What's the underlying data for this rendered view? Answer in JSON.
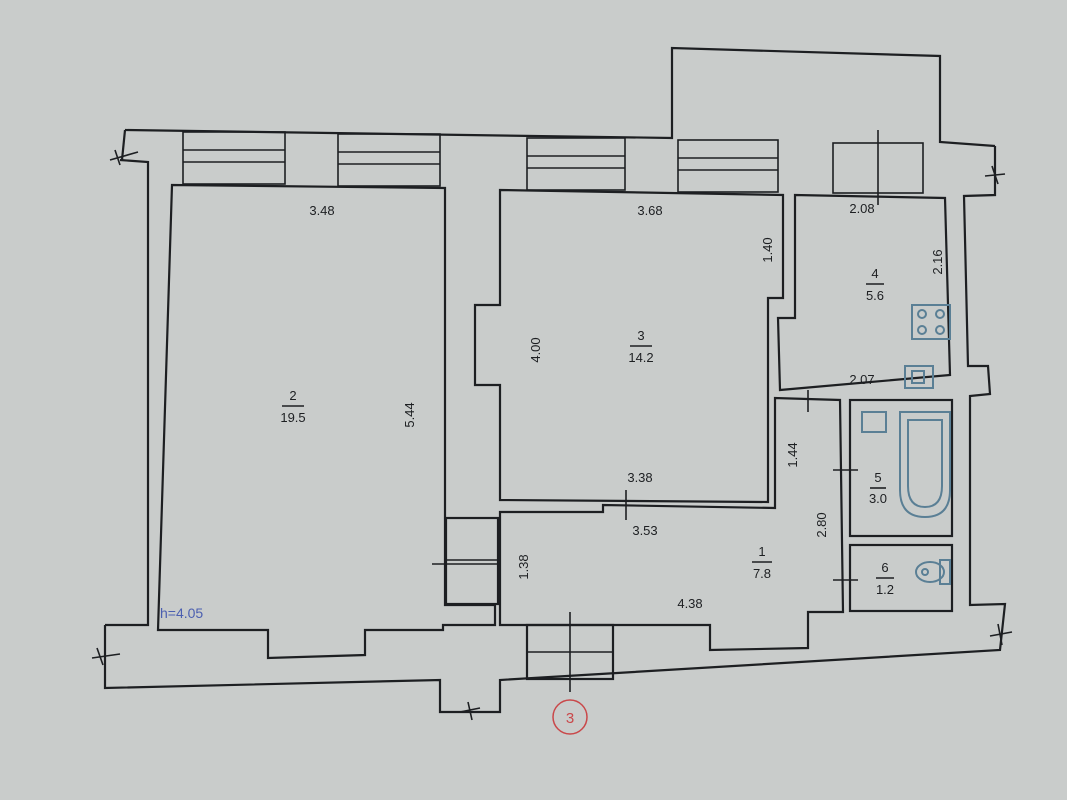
{
  "ceiling_height_label": "h=4.05",
  "section_mark": "3",
  "rooms": [
    {
      "id": "1",
      "area": "7.8"
    },
    {
      "id": "2",
      "area": "19.5"
    },
    {
      "id": "3",
      "area": "14.2"
    },
    {
      "id": "4",
      "area": "5.6"
    },
    {
      "id": "5",
      "area": "3.0"
    },
    {
      "id": "6",
      "area": "1.2"
    }
  ],
  "dimensions": {
    "room2_width": "3.48",
    "room2_length": "5.44",
    "room3_width": "3.68",
    "room3_length": "4.00",
    "room3_niche": "1.40",
    "room3_bottom": "3.38",
    "kitchen_width": "2.08",
    "kitchen_depth": "2.16",
    "kitchen_bottom": "2.07",
    "hall_top": "3.53",
    "hall_bottom": "4.38",
    "hall_side": "1.38",
    "corridor_depth": "1.44",
    "corridor_length": "2.80"
  },
  "colors": {
    "paper": "#c9cccb",
    "line": "#1d1f22",
    "fixture": "#5a7f95",
    "mark": "#c9484a"
  }
}
